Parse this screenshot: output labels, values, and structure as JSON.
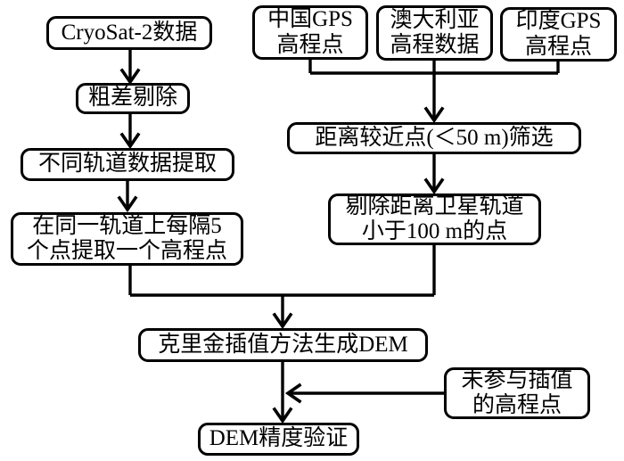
{
  "diagram": {
    "type": "flowchart",
    "nodes": {
      "cryosat_data": "CryoSat-2数据",
      "gross_error_removal": "粗差剔除",
      "track_extraction": "不同轨道数据提取",
      "point_sampling": "在同一轨道上每隔5\n个点提取一个高程点",
      "china_gps": "中国GPS\n高程点",
      "australia_data": "澳大利亚\n高程数据",
      "india_gps": "印度GPS\n高程点",
      "near_point_filter": "距离较近点(＜50 m)筛选",
      "track_distance_removal": "剔除距离卫星轨道\n小于100 m的点",
      "kriging_dem": "克里金插值方法生成DEM",
      "unused_points": "未参与插值\n的高程点",
      "dem_validation": "DEM精度验证"
    },
    "colors": {
      "line": "#000000",
      "box_border": "#000000",
      "box_fill": "#ffffff",
      "background": "#ffffff",
      "text": "#000000"
    }
  }
}
